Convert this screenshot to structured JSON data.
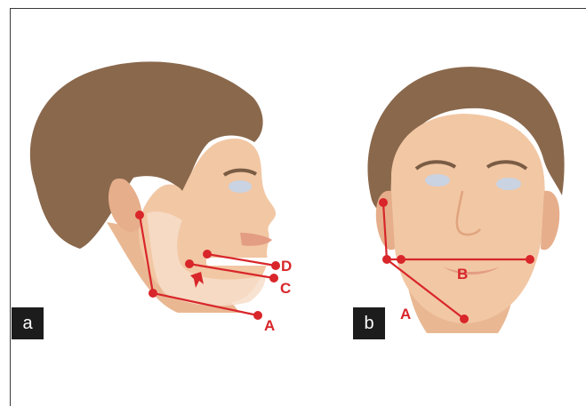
{
  "panels": {
    "a": {
      "badge": "a",
      "labels": {
        "A": "A",
        "C": "C",
        "D": "D"
      }
    },
    "b": {
      "badge": "b",
      "labels": {
        "A": "A",
        "B": "B"
      }
    }
  },
  "colors": {
    "measure": "#d8262a",
    "skin": "#f2c7a4",
    "skin_shadow": "#e6ae8b",
    "hair": "#8a684c",
    "jaw_highlight": "#f7ddc9",
    "eye": "#c9d3e2",
    "badge_bg": "#1c1c1c"
  }
}
